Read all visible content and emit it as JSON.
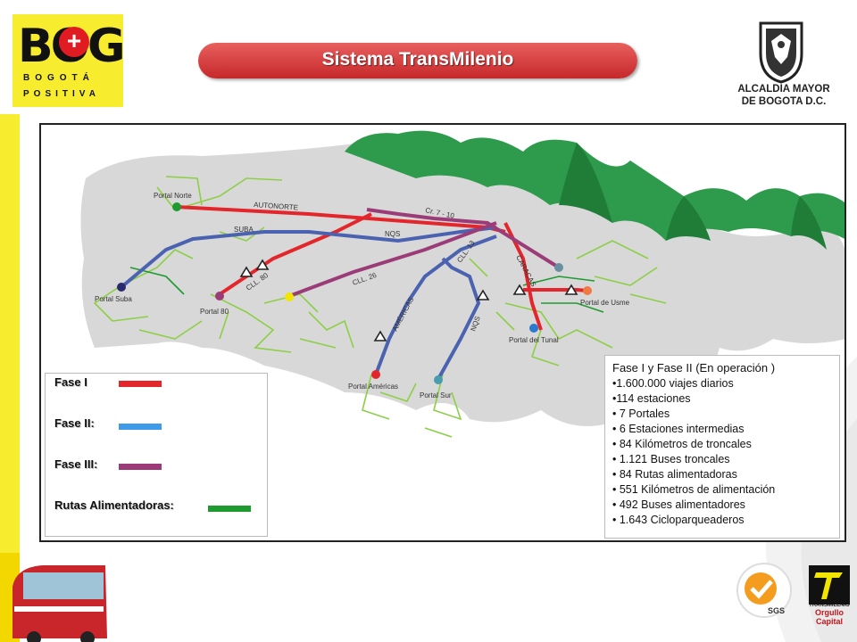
{
  "header": {
    "title": "Sistema TransMilenio",
    "logo": {
      "letters": "BOG",
      "plus": "+",
      "line1": "BOGOTÁ",
      "line2": "POSITIVA"
    },
    "alcaldia": {
      "line1": "ALCALDIA MAYOR",
      "line2": "DE BOGOTA D.C."
    }
  },
  "colors": {
    "fase1": "#e3262c",
    "fase2": "#3f9ae8",
    "fase3": "#9b3c78",
    "alimentadoras": "#1d9b2e",
    "feeder_light": "#8ccf46",
    "route_blue": "#4a62b0"
  },
  "map": {
    "labels": {
      "portal_norte": "Portal Norte",
      "portal_suba": "Portal Suba",
      "portal_80": "Portal 80",
      "portal_americas": "Portal Américas",
      "portal_sur": "Portal Sur",
      "portal_tunal": "Portal del Tunal",
      "portal_usme": "Portal de Usme",
      "autonorte": "AUTONORTE",
      "suba": "SUBA",
      "nqs_top": "NQS",
      "cr7": "Cr. 7 - 10",
      "cll13": "CLL. 13",
      "caracas": "CARACAS",
      "cll80": "CLL. 80",
      "cll26": "CLL. 26",
      "americas": "AMÉRICAS",
      "nqs_bottom": "NQS"
    }
  },
  "legend": {
    "fase1": "Fase I",
    "fase2": "Fase II:",
    "fase3": "Fase III:",
    "alimentadoras": "Rutas Alimentadoras:"
  },
  "stats": {
    "title": "Fase I  y Fase  II (En operación )",
    "items": [
      "•1.600.000 viajes diarios",
      "•114 estaciones",
      "• 7 Portales",
      "• 6 Estaciones intermedias",
      "• 84 Kilómetros de troncales",
      "• 1.121 Buses troncales",
      "• 84 Rutas alimentadoras",
      "• 551 Kilómetros de alimentación",
      "• 492 Buses alimentadores",
      "• 1.643 Cicloparqueaderos"
    ]
  },
  "footer": {
    "sgs": "SGS",
    "tm_line1": "TRANSMILENIO",
    "tm_line2": "Orgullo",
    "tm_line3": "Capital"
  }
}
